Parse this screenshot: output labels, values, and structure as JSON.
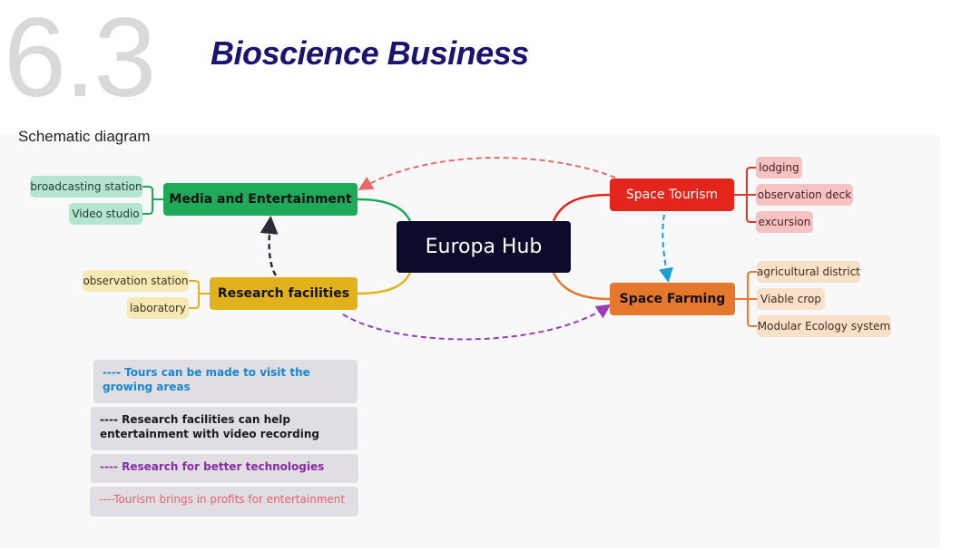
{
  "header": {
    "section_number": "6.3",
    "title": "Bioscience Business",
    "subtitle": "Schematic diagram"
  },
  "colors": {
    "hub": "#0b0b2a",
    "media": "#1faa59",
    "research": "#e2b21c",
    "tourism": "#e4251b",
    "farming": "#e5782c",
    "link_blue": "#1a9fd0",
    "link_black": "#2a2a3a",
    "link_purple": "#9a3bb8",
    "link_red": "#e86a6a"
  },
  "diagram": {
    "hub": "Europa Hub",
    "branches": [
      {
        "id": "media",
        "label": "Media and Entertainment",
        "children": [
          "broadcasting station",
          "Video studio"
        ]
      },
      {
        "id": "research",
        "label": "Research facilities",
        "children": [
          "observation station",
          "laboratory"
        ]
      },
      {
        "id": "tourism",
        "label": "Space Tourism",
        "children": [
          "lodging",
          "observation deck",
          "excursion"
        ]
      },
      {
        "id": "farming",
        "label": "Space Farming",
        "children": [
          "agricultural district",
          "Viable crop",
          "Modular Ecology system"
        ]
      }
    ],
    "relations": [
      {
        "from": "Space Tourism",
        "to": "Space Farming",
        "style": "dashed",
        "color": "blue"
      },
      {
        "from": "Research facilities",
        "to": "Media and Entertainment",
        "style": "dashed",
        "color": "black"
      },
      {
        "from": "Research facilities",
        "to": "Space Farming",
        "style": "dashed",
        "color": "purple"
      },
      {
        "from": "Space Tourism",
        "to": "Media and Entertainment",
        "style": "dashed",
        "color": "red"
      }
    ]
  },
  "legend": [
    {
      "text": "---- Tours can be made to visit the growing areas",
      "color": "#1a86d0"
    },
    {
      "text": "---- Research facilities can help entertainment with video recording",
      "color": "#1a1a1a"
    },
    {
      "text": "---- Research for better technologies",
      "color": "#8a2aa8"
    },
    {
      "text": "----Tourism brings in profits for entertainment",
      "color": "#e8626a"
    }
  ]
}
